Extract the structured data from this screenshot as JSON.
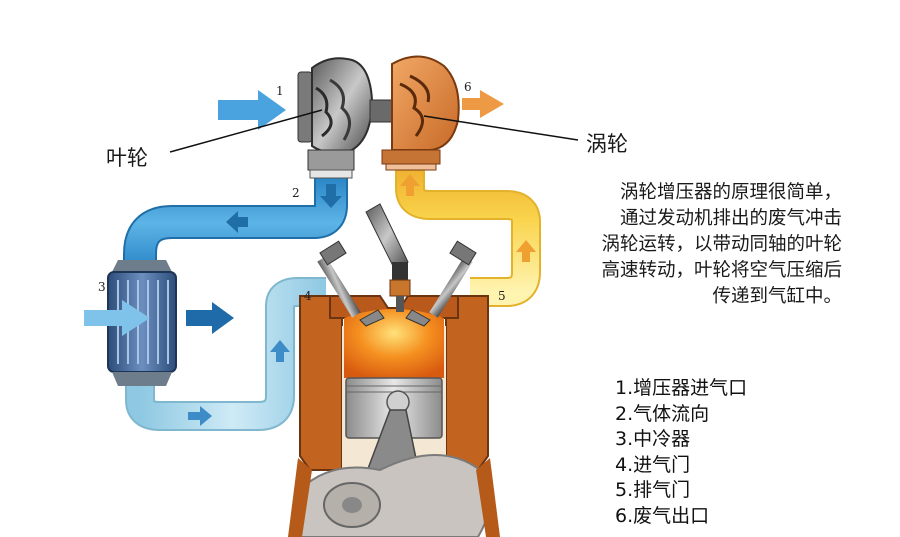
{
  "callouts": {
    "impeller": "叶轮",
    "turbine": "涡轮"
  },
  "numbers": [
    "1",
    "2",
    "3",
    "4",
    "5",
    "6"
  ],
  "description_lines": [
    "涡轮增压器的原理很简单，",
    "通过发动机排出的废气冲击",
    "涡轮运转，以带动同轴的叶轮",
    "高速转动，叶轮将空气压缩后",
    "传递到气缸中。"
  ],
  "legend": [
    "1.增压器进气口",
    "2.气体流向",
    "3.中冷器",
    "4.进气门",
    "5.排气门",
    "6.废气出口"
  ],
  "colors": {
    "intake_pipe": "#3d9ad6",
    "cooled_pipe": "#a9d6ea",
    "exhaust_pipe": "#f7d24a",
    "engine_block": "#c2631f",
    "combustion": "#f07a1c",
    "arrow_blue": "#4aa3df",
    "arrow_orange": "#ee9a44"
  }
}
